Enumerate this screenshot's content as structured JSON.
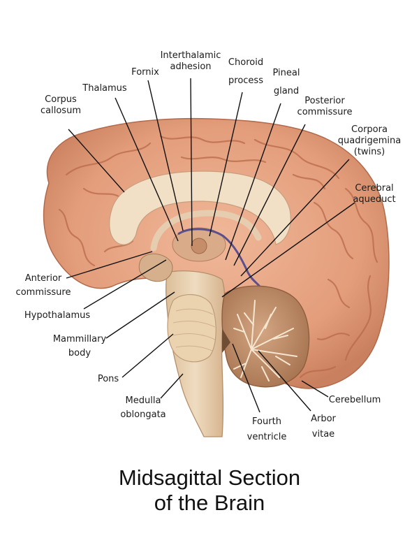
{
  "title": {
    "line1": "Midsagittal Section",
    "line2": "of the Brain"
  },
  "labels": {
    "corpus_callosum": [
      "Corpus",
      "callosum"
    ],
    "thalamus": [
      "Thalamus"
    ],
    "fornix": [
      "Fornix"
    ],
    "interthalamic_adhesion": [
      "Interthalamic",
      "adhesion"
    ],
    "choroid_process": [
      "Choroid",
      "process"
    ],
    "pineal_gland": [
      "Pineal",
      "gland"
    ],
    "posterior_commissure": [
      "Posterior",
      "commissure"
    ],
    "corpora_quadrigemina": [
      "Corpora",
      "quadrigemina",
      "(twins)"
    ],
    "cerebral_aqueduct": [
      "Cerebral",
      "aqueduct"
    ],
    "anterior_commissure": [
      "Anterior",
      "commissure"
    ],
    "hypothalamus": [
      "Hypothalamus"
    ],
    "mammillary_body": [
      "Mammillary",
      "body"
    ],
    "pons": [
      "Pons"
    ],
    "medulla_oblongata": [
      "Medulla",
      "oblongata"
    ],
    "fourth_ventricle": [
      "Fourth",
      "ventricle"
    ],
    "arbor_vitae": [
      "Arbor",
      "vitae"
    ],
    "cerebellum": [
      "Cerebellum"
    ]
  },
  "colors": {
    "cortex": "#e4a07f",
    "cortex_dark": "#b66e4f",
    "white_matter": "#efd9bf",
    "brainstem": "#e8cdaa",
    "cerebellum": "#c59570",
    "choroid": "#5b4f8c",
    "leader": "#111111"
  }
}
